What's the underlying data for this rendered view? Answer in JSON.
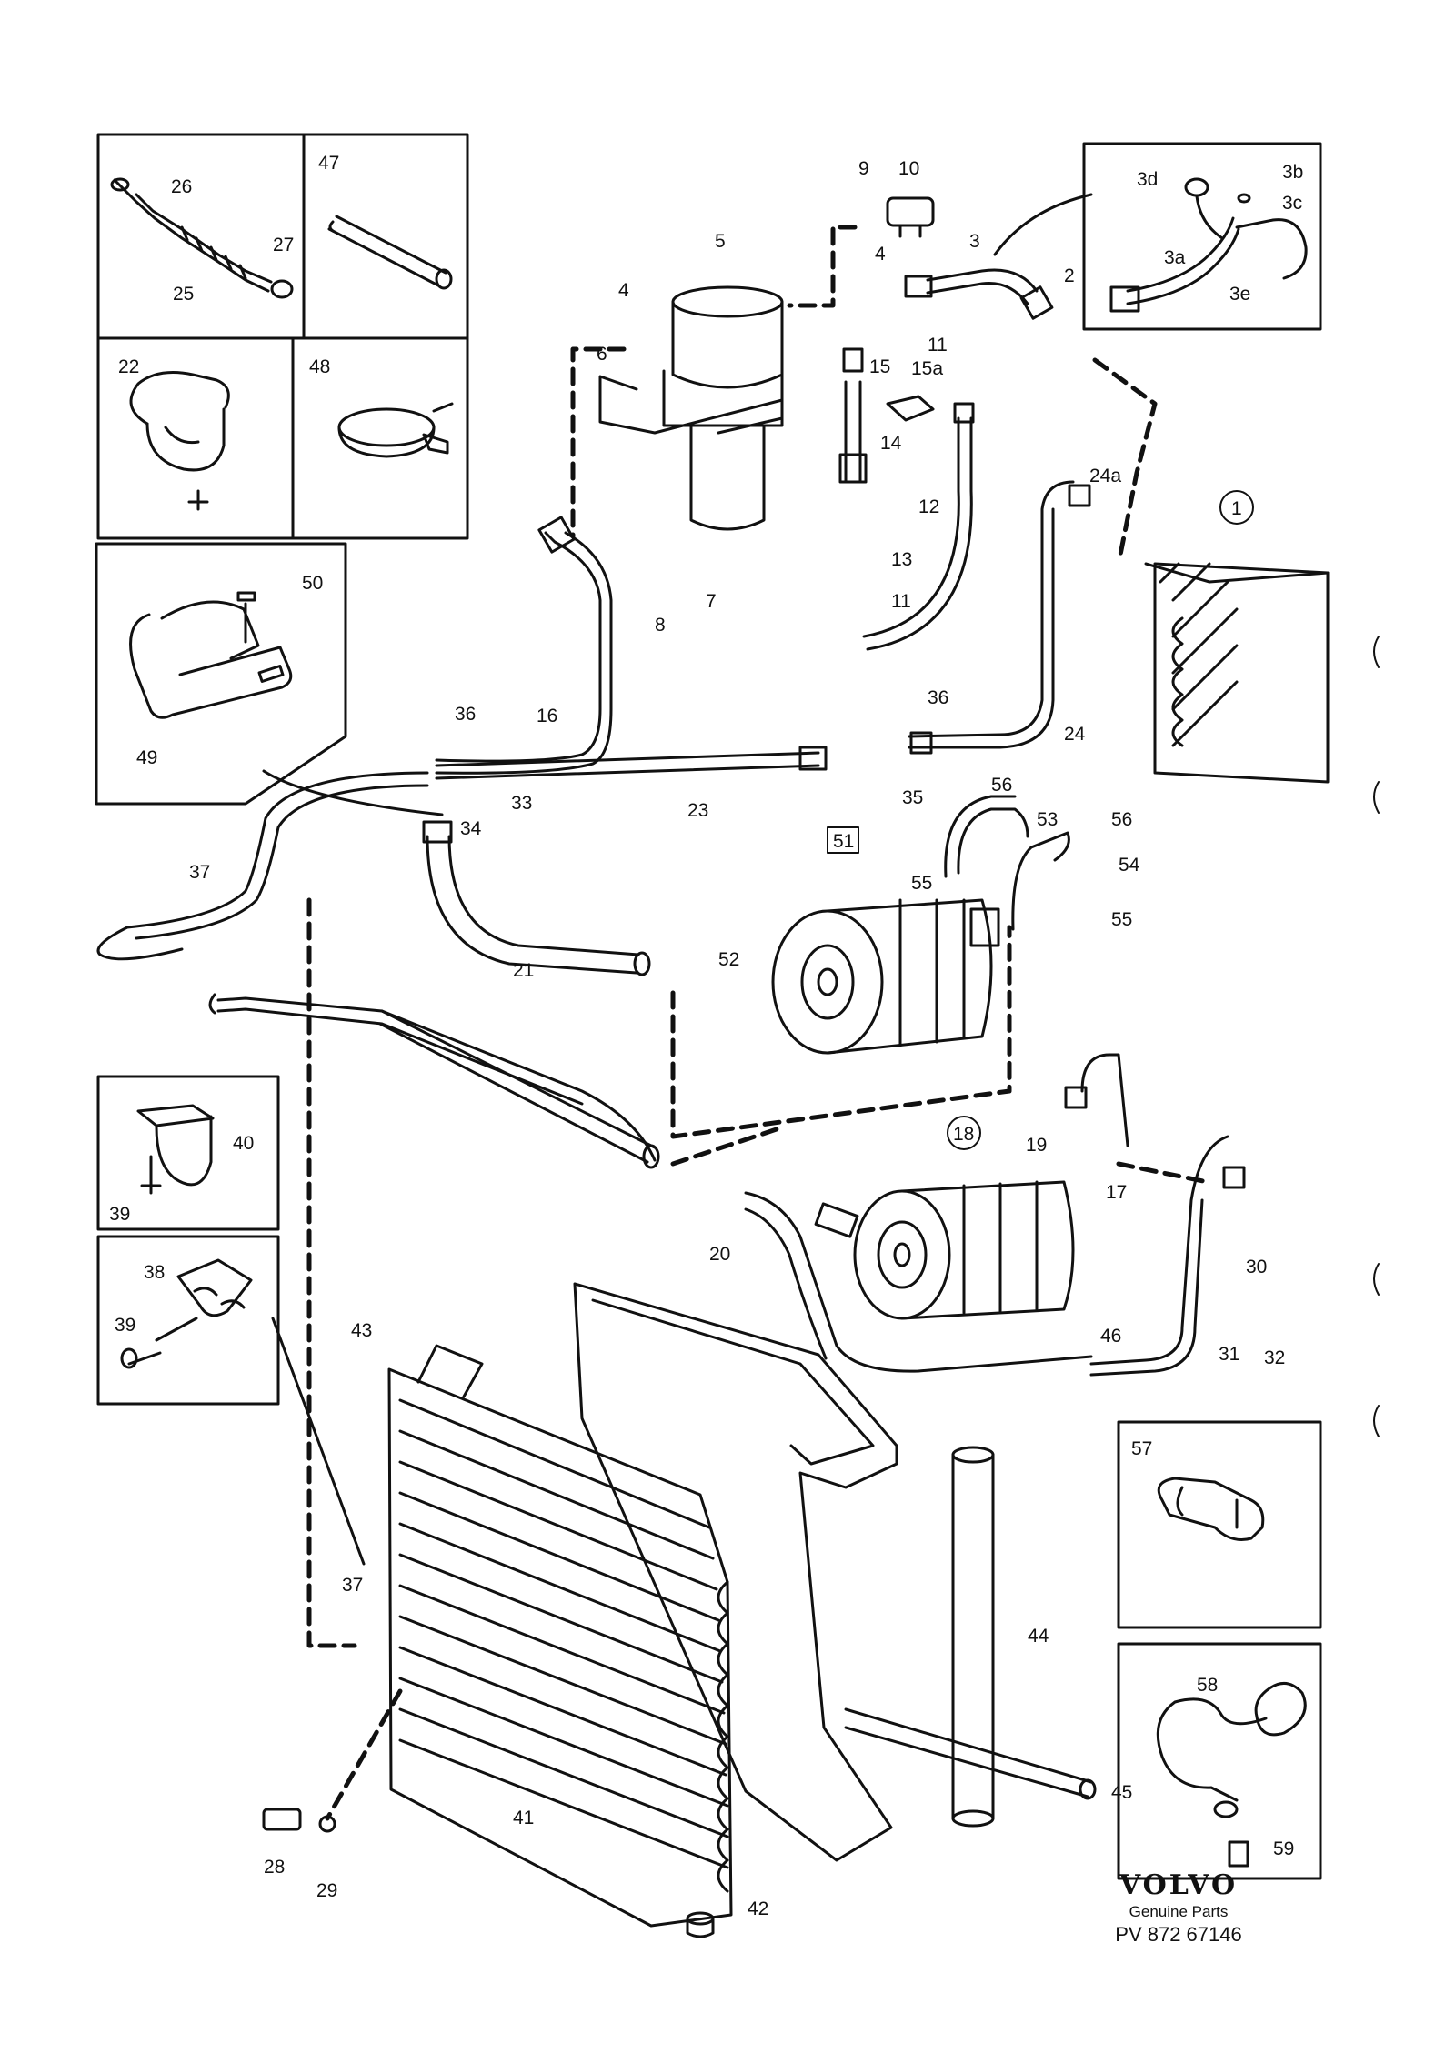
{
  "brand": {
    "logo": "VOLVO",
    "subtitle": "Genuine Parts",
    "drawing_number": "PV 872 67146"
  },
  "callouts": [
    {
      "id": "c26",
      "t": "26"
    },
    {
      "id": "c25",
      "t": "25"
    },
    {
      "id": "c27",
      "t": "27"
    },
    {
      "id": "c47",
      "t": "47"
    },
    {
      "id": "c22",
      "t": "22"
    },
    {
      "id": "c48",
      "t": "48"
    },
    {
      "id": "c50",
      "t": "50"
    },
    {
      "id": "c49",
      "t": "49"
    },
    {
      "id": "c9",
      "t": "9"
    },
    {
      "id": "c10",
      "t": "10"
    },
    {
      "id": "c5",
      "t": "5"
    },
    {
      "id": "c4a",
      "t": "4"
    },
    {
      "id": "c4b",
      "t": "4"
    },
    {
      "id": "c3",
      "t": "3"
    },
    {
      "id": "c2",
      "t": "2"
    },
    {
      "id": "c6",
      "t": "6"
    },
    {
      "id": "c11a",
      "t": "11"
    },
    {
      "id": "c15",
      "t": "15"
    },
    {
      "id": "c15a",
      "t": "15a"
    },
    {
      "id": "c14",
      "t": "14"
    },
    {
      "id": "c12",
      "t": "12"
    },
    {
      "id": "c13",
      "t": "13"
    },
    {
      "id": "c11b",
      "t": "11"
    },
    {
      "id": "c8",
      "t": "8"
    },
    {
      "id": "c7",
      "t": "7"
    },
    {
      "id": "c3d",
      "t": "3d"
    },
    {
      "id": "c3b",
      "t": "3b"
    },
    {
      "id": "c3c",
      "t": "3c"
    },
    {
      "id": "c3a",
      "t": "3a"
    },
    {
      "id": "c3e",
      "t": "3e"
    },
    {
      "id": "c24a",
      "t": "24a"
    },
    {
      "id": "c1",
      "t": "1"
    },
    {
      "id": "c36a",
      "t": "36"
    },
    {
      "id": "c16",
      "t": "16"
    },
    {
      "id": "c36b",
      "t": "36"
    },
    {
      "id": "c24",
      "t": "24"
    },
    {
      "id": "c34",
      "t": "34"
    },
    {
      "id": "c33",
      "t": "33"
    },
    {
      "id": "c23",
      "t": "23"
    },
    {
      "id": "c35",
      "t": "35"
    },
    {
      "id": "c56a",
      "t": "56"
    },
    {
      "id": "c53",
      "t": "53"
    },
    {
      "id": "c56b",
      "t": "56"
    },
    {
      "id": "c51",
      "t": "51"
    },
    {
      "id": "c54",
      "t": "54"
    },
    {
      "id": "c55a",
      "t": "55"
    },
    {
      "id": "c55b",
      "t": "55"
    },
    {
      "id": "c52",
      "t": "52"
    },
    {
      "id": "c37a",
      "t": "37"
    },
    {
      "id": "c21",
      "t": "21"
    },
    {
      "id": "c18",
      "t": "18"
    },
    {
      "id": "c19",
      "t": "19"
    },
    {
      "id": "c17",
      "t": "17"
    },
    {
      "id": "c40",
      "t": "40"
    },
    {
      "id": "c39a",
      "t": "39"
    },
    {
      "id": "c20",
      "t": "20"
    },
    {
      "id": "c30",
      "t": "30"
    },
    {
      "id": "c38",
      "t": "38"
    },
    {
      "id": "c39b",
      "t": "39"
    },
    {
      "id": "c46",
      "t": "46"
    },
    {
      "id": "c31",
      "t": "31"
    },
    {
      "id": "c32",
      "t": "32"
    },
    {
      "id": "c43",
      "t": "43"
    },
    {
      "id": "c57",
      "t": "57"
    },
    {
      "id": "c44",
      "t": "44"
    },
    {
      "id": "c37b",
      "t": "37"
    },
    {
      "id": "c58",
      "t": "58"
    },
    {
      "id": "c45",
      "t": "45"
    },
    {
      "id": "c41",
      "t": "41"
    },
    {
      "id": "c28",
      "t": "28"
    },
    {
      "id": "c29",
      "t": "29"
    },
    {
      "id": "c59",
      "t": "59"
    },
    {
      "id": "c42",
      "t": "42"
    }
  ]
}
